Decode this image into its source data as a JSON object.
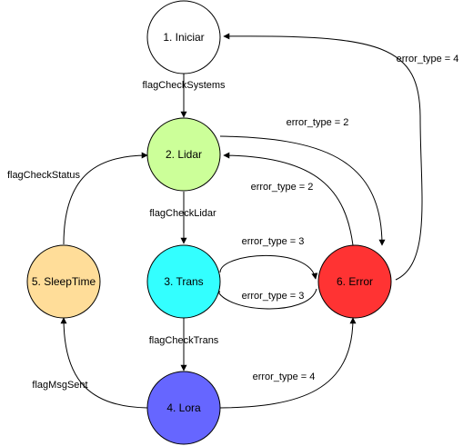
{
  "nodes": [
    {
      "id": "iniciar",
      "label": "1. Iniciar",
      "color": "#ffffff"
    },
    {
      "id": "lidar",
      "label": "2. Lidar",
      "color": "#ccff99"
    },
    {
      "id": "trans",
      "label": "3. Trans",
      "color": "#33ffff"
    },
    {
      "id": "lora",
      "label": "4. Lora",
      "color": "#6666ff"
    },
    {
      "id": "sleep",
      "label": "5. SleepTime",
      "color": "#ffdd99"
    },
    {
      "id": "error",
      "label": "6. Error",
      "color": "#ff3333"
    }
  ],
  "edges": [
    {
      "id": "iniciar-to-lidar",
      "label": "flagCheckSystems"
    },
    {
      "id": "lidar-to-error",
      "label": "error_type = 2"
    },
    {
      "id": "error-to-lidar",
      "label": "error_type = 2"
    },
    {
      "id": "error-to-iniciar",
      "label": "error_type = 4"
    },
    {
      "id": "lidar-to-trans",
      "label": "flagCheckLidar"
    },
    {
      "id": "trans-to-error",
      "label": "error_type = 3"
    },
    {
      "id": "error-to-trans",
      "label": "error_type = 3"
    },
    {
      "id": "trans-to-lora",
      "label": "flagCheckTrans"
    },
    {
      "id": "lora-to-error",
      "label": "error_type = 4"
    },
    {
      "id": "lora-to-sleep",
      "label": "flagMsgSent"
    },
    {
      "id": "sleep-to-lidar",
      "label": "flagCheckStatus"
    }
  ]
}
